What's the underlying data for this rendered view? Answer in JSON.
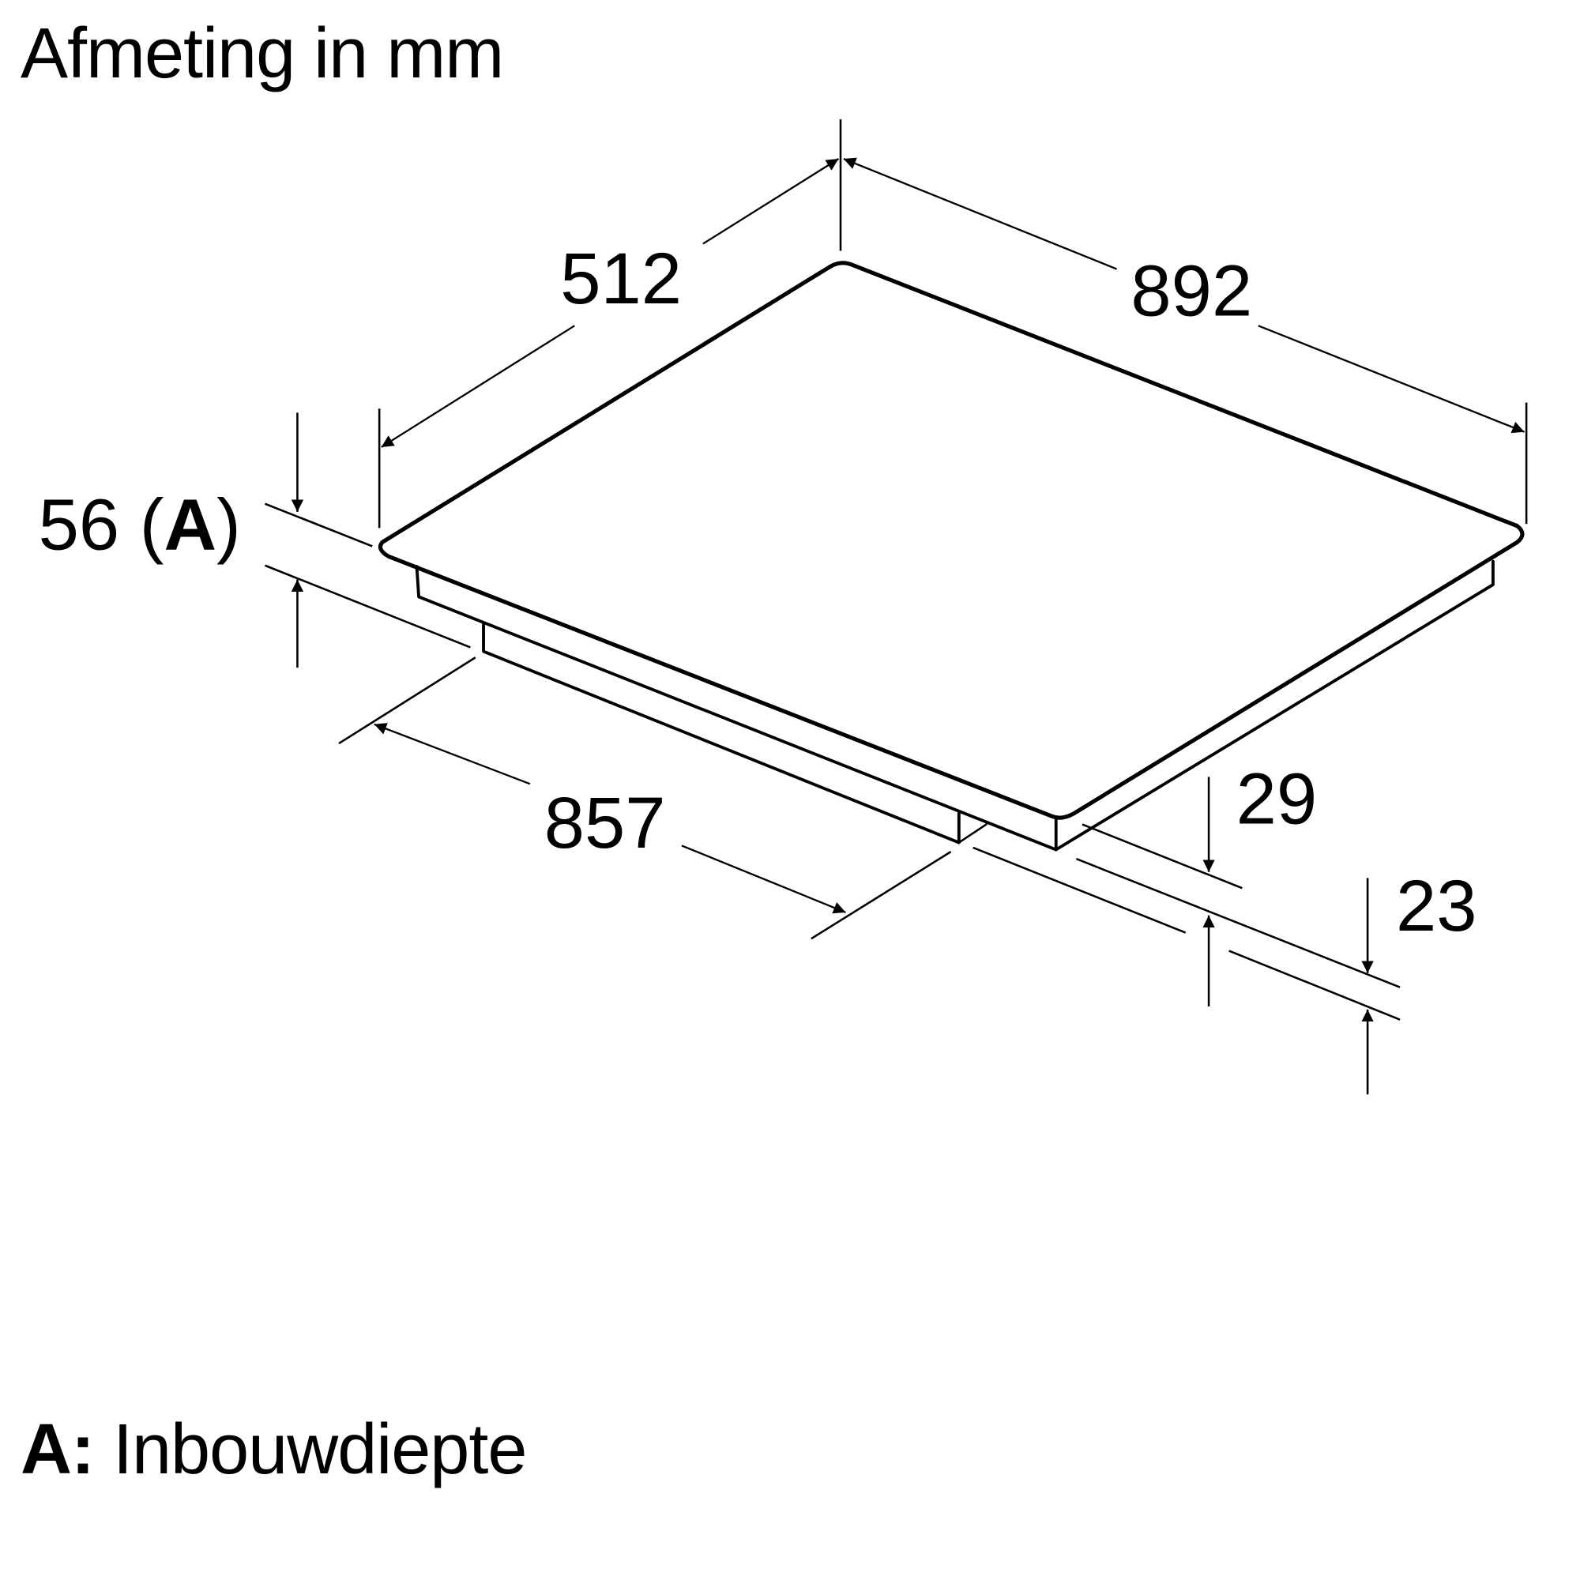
{
  "header": {
    "title": "Afmeting in mm"
  },
  "diagram": {
    "subject": "Built-in cooktop dimension drawing (isometric)",
    "dimensions": {
      "width": "892",
      "depth": "512",
      "cutout_width": "857",
      "built_in_depth": "56",
      "built_in_depth_marker_open": "(",
      "built_in_depth_marker_key": "A",
      "built_in_depth_marker_close": ")",
      "frame_height": "29",
      "base_height": "23"
    },
    "colors": {
      "line": "#000000",
      "background": "#ffffff"
    }
  },
  "legend": {
    "key": "A:",
    "label": "Inbouwdiepte"
  }
}
